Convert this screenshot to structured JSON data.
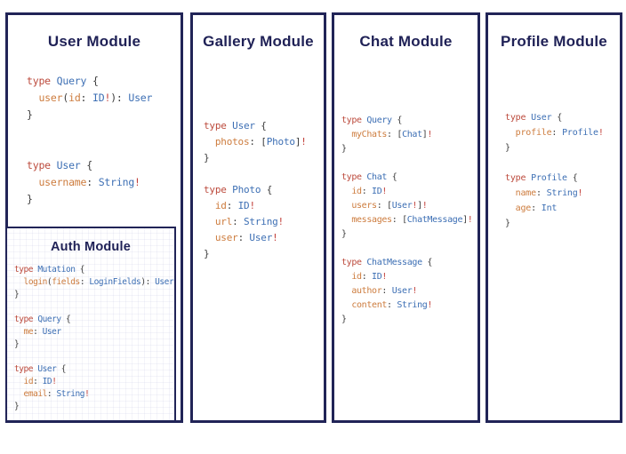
{
  "colors": {
    "border": "#212457",
    "title": "#1f2156",
    "kw": "#bc4a3c",
    "type": "#3d6fb4",
    "field": "#cd7c3e",
    "punct": "#3d3d3d",
    "bang": "#c2413b",
    "panel_bg": "#ffffff"
  },
  "panels": [
    {
      "id": "user-module",
      "title": "User Module",
      "code": [
        [
          {
            "t": "type",
            "c": "k"
          },
          {
            "t": " ",
            "c": "p"
          },
          {
            "t": "Query",
            "c": "y"
          },
          {
            "t": " {",
            "c": "p"
          }
        ],
        [
          {
            "t": "  ",
            "c": "p"
          },
          {
            "t": "user",
            "c": "f"
          },
          {
            "t": "(",
            "c": "p"
          },
          {
            "t": "id",
            "c": "f"
          },
          {
            "t": ": ",
            "c": "p"
          },
          {
            "t": "ID",
            "c": "y"
          },
          {
            "t": "!",
            "c": "b"
          },
          {
            "t": "): ",
            "c": "p"
          },
          {
            "t": "User",
            "c": "y"
          }
        ],
        [
          {
            "t": "}",
            "c": "p"
          }
        ],
        [],
        [],
        [
          {
            "t": "type",
            "c": "k"
          },
          {
            "t": " ",
            "c": "p"
          },
          {
            "t": "User",
            "c": "y"
          },
          {
            "t": " {",
            "c": "p"
          }
        ],
        [
          {
            "t": "  ",
            "c": "p"
          },
          {
            "t": "username",
            "c": "f"
          },
          {
            "t": ": ",
            "c": "p"
          },
          {
            "t": "String",
            "c": "y"
          },
          {
            "t": "!",
            "c": "b"
          }
        ],
        [
          {
            "t": "}",
            "c": "p"
          }
        ]
      ],
      "submodule": {
        "id": "auth-module",
        "title": "Auth Module",
        "code": [
          [
            {
              "t": "type",
              "c": "k"
            },
            {
              "t": " ",
              "c": "p"
            },
            {
              "t": "Mutation",
              "c": "y"
            },
            {
              "t": " {",
              "c": "p"
            }
          ],
          [
            {
              "t": "  ",
              "c": "p"
            },
            {
              "t": "login",
              "c": "f"
            },
            {
              "t": "(",
              "c": "p"
            },
            {
              "t": "fields",
              "c": "f"
            },
            {
              "t": ": ",
              "c": "p"
            },
            {
              "t": "LoginFields",
              "c": "y"
            },
            {
              "t": "): ",
              "c": "p"
            },
            {
              "t": "User",
              "c": "y"
            }
          ],
          [
            {
              "t": "}",
              "c": "p"
            }
          ],
          [],
          [
            {
              "t": "type",
              "c": "k"
            },
            {
              "t": " ",
              "c": "p"
            },
            {
              "t": "Query",
              "c": "y"
            },
            {
              "t": " {",
              "c": "p"
            }
          ],
          [
            {
              "t": "  ",
              "c": "p"
            },
            {
              "t": "me",
              "c": "f"
            },
            {
              "t": ": ",
              "c": "p"
            },
            {
              "t": "User",
              "c": "y"
            }
          ],
          [
            {
              "t": "}",
              "c": "p"
            }
          ],
          [],
          [
            {
              "t": "type",
              "c": "k"
            },
            {
              "t": " ",
              "c": "p"
            },
            {
              "t": "User",
              "c": "y"
            },
            {
              "t": " {",
              "c": "p"
            }
          ],
          [
            {
              "t": "  ",
              "c": "p"
            },
            {
              "t": "id",
              "c": "f"
            },
            {
              "t": ": ",
              "c": "p"
            },
            {
              "t": "ID",
              "c": "y"
            },
            {
              "t": "!",
              "c": "b"
            }
          ],
          [
            {
              "t": "  ",
              "c": "p"
            },
            {
              "t": "email",
              "c": "f"
            },
            {
              "t": ": ",
              "c": "p"
            },
            {
              "t": "String",
              "c": "y"
            },
            {
              "t": "!",
              "c": "b"
            }
          ],
          [
            {
              "t": "}",
              "c": "p"
            }
          ]
        ]
      }
    },
    {
      "id": "gallery-module",
      "title": "Gallery Module",
      "code": [
        [
          {
            "t": "type",
            "c": "k"
          },
          {
            "t": " ",
            "c": "p"
          },
          {
            "t": "User",
            "c": "y"
          },
          {
            "t": " {",
            "c": "p"
          }
        ],
        [
          {
            "t": "  ",
            "c": "p"
          },
          {
            "t": "photos",
            "c": "f"
          },
          {
            "t": ": ",
            "c": "p"
          },
          {
            "t": "[",
            "c": "p"
          },
          {
            "t": "Photo",
            "c": "y"
          },
          {
            "t": "]",
            "c": "p"
          },
          {
            "t": "!",
            "c": "b"
          }
        ],
        [
          {
            "t": "}",
            "c": "p"
          }
        ],
        [],
        [
          {
            "t": "type",
            "c": "k"
          },
          {
            "t": " ",
            "c": "p"
          },
          {
            "t": "Photo",
            "c": "y"
          },
          {
            "t": " {",
            "c": "p"
          }
        ],
        [
          {
            "t": "  ",
            "c": "p"
          },
          {
            "t": "id",
            "c": "f"
          },
          {
            "t": ": ",
            "c": "p"
          },
          {
            "t": "ID",
            "c": "y"
          },
          {
            "t": "!",
            "c": "b"
          }
        ],
        [
          {
            "t": "  ",
            "c": "p"
          },
          {
            "t": "url",
            "c": "f"
          },
          {
            "t": ": ",
            "c": "p"
          },
          {
            "t": "String",
            "c": "y"
          },
          {
            "t": "!",
            "c": "b"
          }
        ],
        [
          {
            "t": "  ",
            "c": "p"
          },
          {
            "t": "user",
            "c": "f"
          },
          {
            "t": ": ",
            "c": "p"
          },
          {
            "t": "User",
            "c": "y"
          },
          {
            "t": "!",
            "c": "b"
          }
        ],
        [
          {
            "t": "}",
            "c": "p"
          }
        ]
      ]
    },
    {
      "id": "chat-module",
      "title": "Chat Module",
      "code": [
        [
          {
            "t": "type",
            "c": "k"
          },
          {
            "t": " ",
            "c": "p"
          },
          {
            "t": "Query",
            "c": "y"
          },
          {
            "t": " {",
            "c": "p"
          }
        ],
        [
          {
            "t": "  ",
            "c": "p"
          },
          {
            "t": "myChats",
            "c": "f"
          },
          {
            "t": ": ",
            "c": "p"
          },
          {
            "t": "[",
            "c": "p"
          },
          {
            "t": "Chat",
            "c": "y"
          },
          {
            "t": "]",
            "c": "p"
          },
          {
            "t": "!",
            "c": "b"
          }
        ],
        [
          {
            "t": "}",
            "c": "p"
          }
        ],
        [],
        [
          {
            "t": "type",
            "c": "k"
          },
          {
            "t": " ",
            "c": "p"
          },
          {
            "t": "Chat",
            "c": "y"
          },
          {
            "t": " {",
            "c": "p"
          }
        ],
        [
          {
            "t": "  ",
            "c": "p"
          },
          {
            "t": "id",
            "c": "f"
          },
          {
            "t": ": ",
            "c": "p"
          },
          {
            "t": "ID",
            "c": "y"
          },
          {
            "t": "!",
            "c": "b"
          }
        ],
        [
          {
            "t": "  ",
            "c": "p"
          },
          {
            "t": "users",
            "c": "f"
          },
          {
            "t": ": ",
            "c": "p"
          },
          {
            "t": "[",
            "c": "p"
          },
          {
            "t": "User",
            "c": "y"
          },
          {
            "t": "!",
            "c": "b"
          },
          {
            "t": "]",
            "c": "p"
          },
          {
            "t": "!",
            "c": "b"
          }
        ],
        [
          {
            "t": "  ",
            "c": "p"
          },
          {
            "t": "messages",
            "c": "f"
          },
          {
            "t": ": ",
            "c": "p"
          },
          {
            "t": "[",
            "c": "p"
          },
          {
            "t": "ChatMessage",
            "c": "y"
          },
          {
            "t": "]",
            "c": "p"
          },
          {
            "t": "!",
            "c": "b"
          }
        ],
        [
          {
            "t": "}",
            "c": "p"
          }
        ],
        [],
        [
          {
            "t": "type",
            "c": "k"
          },
          {
            "t": " ",
            "c": "p"
          },
          {
            "t": "ChatMessage",
            "c": "y"
          },
          {
            "t": " {",
            "c": "p"
          }
        ],
        [
          {
            "t": "  ",
            "c": "p"
          },
          {
            "t": "id",
            "c": "f"
          },
          {
            "t": ": ",
            "c": "p"
          },
          {
            "t": "ID",
            "c": "y"
          },
          {
            "t": "!",
            "c": "b"
          }
        ],
        [
          {
            "t": "  ",
            "c": "p"
          },
          {
            "t": "author",
            "c": "f"
          },
          {
            "t": ": ",
            "c": "p"
          },
          {
            "t": "User",
            "c": "y"
          },
          {
            "t": "!",
            "c": "b"
          }
        ],
        [
          {
            "t": "  ",
            "c": "p"
          },
          {
            "t": "content",
            "c": "f"
          },
          {
            "t": ": ",
            "c": "p"
          },
          {
            "t": "String",
            "c": "y"
          },
          {
            "t": "!",
            "c": "b"
          }
        ],
        [
          {
            "t": "}",
            "c": "p"
          }
        ]
      ]
    },
    {
      "id": "profile-module",
      "title": "Profile Module",
      "code": [
        [
          {
            "t": "type",
            "c": "k"
          },
          {
            "t": " ",
            "c": "p"
          },
          {
            "t": "User",
            "c": "y"
          },
          {
            "t": " {",
            "c": "p"
          }
        ],
        [
          {
            "t": "  ",
            "c": "p"
          },
          {
            "t": "profile",
            "c": "f"
          },
          {
            "t": ": ",
            "c": "p"
          },
          {
            "t": "Profile",
            "c": "y"
          },
          {
            "t": "!",
            "c": "b"
          }
        ],
        [
          {
            "t": "}",
            "c": "p"
          }
        ],
        [],
        [
          {
            "t": "type",
            "c": "k"
          },
          {
            "t": " ",
            "c": "p"
          },
          {
            "t": "Profile",
            "c": "y"
          },
          {
            "t": " {",
            "c": "p"
          }
        ],
        [
          {
            "t": "  ",
            "c": "p"
          },
          {
            "t": "name",
            "c": "f"
          },
          {
            "t": ": ",
            "c": "p"
          },
          {
            "t": "String",
            "c": "y"
          },
          {
            "t": "!",
            "c": "b"
          }
        ],
        [
          {
            "t": "  ",
            "c": "p"
          },
          {
            "t": "age",
            "c": "f"
          },
          {
            "t": ": ",
            "c": "p"
          },
          {
            "t": "Int",
            "c": "y"
          }
        ],
        [
          {
            "t": "}",
            "c": "p"
          }
        ]
      ]
    }
  ]
}
